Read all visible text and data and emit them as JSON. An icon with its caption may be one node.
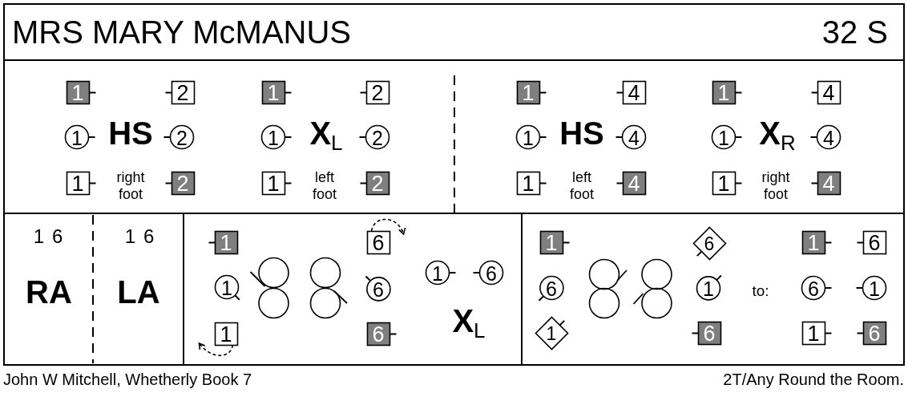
{
  "diagram": {
    "title": "MRS MARY McMANUS",
    "nodes": [
      {
        "text": [
          "HS",
          "right foot",
          "X$_{L}$",
          "left foot",
          "HS",
          "left foot",
          "X$_{R}$",
          "right foot"
        ]
      },
      {
        "text": [
          "1"
        ],
        "in": 0
      },
      {
        "text": [
          "2"
        ],
        "in": 0
      },
      {
        "text": [
          "1"
        ],
        "in": 0
      },
      {
        "text": [
          "2"
        ],
        "in": 0
      },
      {
        "text": [
          "1"
        ],
        "in": 0
      },
      {
        "text": [
          "2"
        ],
        "in": 0
      },
      {
        "text": [
          "1"
        ],
        "in": 0
      },
      {
        "text": [
          "2"
        ],
        "in": 0
      },
      {
        "text": [
          "1"
        ],
        "in": 0
      },
      {
        "text": [
          "2"
        ],
        "in": 0
      },
      {
        "text": [
          "1"
        ],
        "in": 0
      },
      {
        "text": [
          "2"
        ],
        "in": 0
      },
      {
        "text": [
          "1"
        ],
        "in": 0
      },
      {
        "text": [
          "4"
        ],
        "in": 0
      },
      {
        "text": [
          "1"
        ],
        "in": 0
      },
      {
        "text": [
          "4"
        ],
        "in": 0
      },
      {
        "text": [
          "1"
        ],
        "in": 0
      },
      {
        "text": [
          "4"
        ],
        "in": 0
      },
      {
        "text": [
          "1"
        ],
        "in": 0
      },
      {
        "text": [
          "4"
        ],
        "in": 0
      },
      {
        "text": [
          "1"
        ],
        "in": 0
      },
      {
        "text": [
          "4"
        ],
        "in": 0
      },
      {
        "text": [
          "1"
        ],
        "in": 0
      },
      {
        "text": [
          "4"
        ],
        "in": 0
      },
      {
        "text": [
          "16",
          "RA",
          "16",
          "LA"
        ]
      },
      {
        "text": [
          "X$_{L}$"
        ]
      },
      {
        "text": [
          "1"
        ],
        "in": 26
      },
      {
        "text": [
          "1"
        ],
        "in": 26
      },
      {
        "text": [
          "1"
        ],
        "in": 26
      },
      {
        "text": [
          "6"
        ],
        "in": 26
      },
      {
        "text": [
          "6"
        ],
        "in": 26
      },
      {
        "text": [
          "6"
        ],
        "in": 26
      },
      {
        "text": [
          "1"
        ],
        "in": 26
      },
      {
        "text": [
          "6"
        ],
        "in": 26
      },
      {
        "text": [
          "to:"
        ]
      },
      {
        "text": [
          "1"
        ],
        "in": 35
      },
      {
        "text": [
          "6"
        ],
        "in": 35
      },
      {
        "text": [
          "1"
        ],
        "in": 35
      },
      {
        "text": [
          "6"
        ],
        "in": 35
      },
      {
        "text": [
          "1"
        ],
        "in": 35
      },
      {
        "text": [
          "6"
        ],
        "in": 35
      },
      {
        "text": [
          "1"
        ],
        "in": 35
      },
      {
        "text": [
          "6"
        ],
        "in": 35
      },
      {
        "text": [
          "6"
        ],
        "in": 35
      },
      {
        "text": [
          "1"
        ],
        "in": 35
      },
      {
        "text": [
          "1"
        ],
        "in": 35
      },
      {
        "text": [
          "6"
        ],
        "in": 35
      }
    ],
    "edges": [
      {
        "from": 29,
        "to": null,
        "arrow": "to",
        "style": "dashed"
      },
      {
        "from": 30,
        "to": null,
        "arrow": "to",
        "style": "dashed"
      }
    ],
    "labels": [
      "32 S",
      "John W Mitchell, Whetherly Book 7",
      "2T/Any Round the Room."
    ]
  }
}
